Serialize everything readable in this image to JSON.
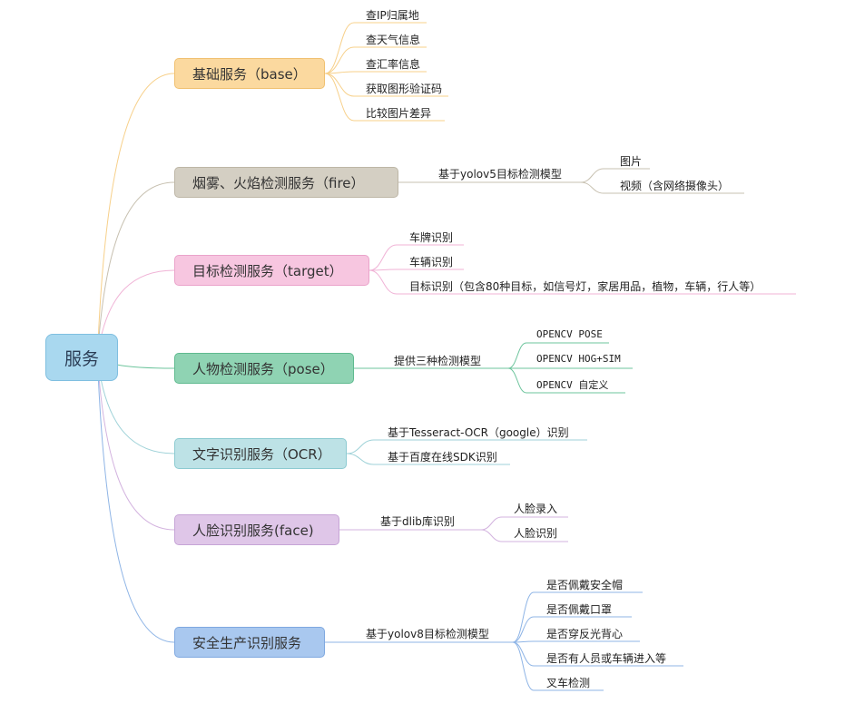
{
  "root": {
    "label": "服务",
    "fill": "#a9d8ef",
    "stroke": "#7fbfe0"
  },
  "branches": [
    {
      "id": "base",
      "label": "基础服务（base）",
      "fill": "#fbd99f",
      "stroke": "#f0c070",
      "color": "#f7d08a",
      "children": [
        {
          "label": "查IP归属地"
        },
        {
          "label": "查天气信息"
        },
        {
          "label": "查汇率信息"
        },
        {
          "label": "获取图形验证码"
        },
        {
          "label": "比较图片差异"
        }
      ]
    },
    {
      "id": "fire",
      "label": "烟雾、火焰检测服务（fire）",
      "fill": "#d4cfc3",
      "stroke": "#bdb6a6",
      "color": "#c7c0b0",
      "children": [
        {
          "label": "基于yolov5目标检测模型",
          "children": [
            {
              "label": "图片"
            },
            {
              "label": "视频（含网络摄像头）"
            }
          ]
        }
      ]
    },
    {
      "id": "target",
      "label": "目标检测服务（target）",
      "fill": "#f7c6e0",
      "stroke": "#eaa3ca",
      "color": "#f0b3d6",
      "children": [
        {
          "label": "车牌识别"
        },
        {
          "label": "车辆识别"
        },
        {
          "label": "目标识别（包含80种目标，如信号灯，家居用品，植物，车辆，行人等）"
        }
      ]
    },
    {
      "id": "pose",
      "label": "人物检测服务（pose）",
      "fill": "#8fd3b3",
      "stroke": "#5fba8f",
      "color": "#6cc49c",
      "children": [
        {
          "label": "提供三种检测模型",
          "children": [
            {
              "label": "OPENCV POSE"
            },
            {
              "label": "OPENCV HOG+SIM"
            },
            {
              "label": "OPENCV 自定义"
            }
          ]
        }
      ]
    },
    {
      "id": "ocr",
      "label": "文字识别服务（OCR）",
      "fill": "#bde2e6",
      "stroke": "#8ccad1",
      "color": "#9fd2d8",
      "children": [
        {
          "label": "基于Tesseract-OCR（google）识别"
        },
        {
          "label": "基于百度在线SDK识别"
        }
      ]
    },
    {
      "id": "face",
      "label": "人脸识别服务(face)",
      "fill": "#dfc6e8",
      "stroke": "#c6a4d6",
      "color": "#d3b3df",
      "children": [
        {
          "label": "基于dlib库识别",
          "children": [
            {
              "label": "人脸录入"
            },
            {
              "label": "人脸识别"
            }
          ]
        }
      ]
    },
    {
      "id": "safety",
      "label": "安全生产识别服务",
      "fill": "#a9c8ef",
      "stroke": "#7fa8e0",
      "color": "#8fb5e6",
      "children": [
        {
          "label": "基于yolov8目标检测模型",
          "children": [
            {
              "label": "是否佩戴安全帽"
            },
            {
              "label": "是否佩戴口罩"
            },
            {
              "label": "是否穿反光背心"
            },
            {
              "label": "是否有人员或车辆进入等"
            },
            {
              "label": "叉车检测"
            }
          ]
        }
      ]
    }
  ]
}
